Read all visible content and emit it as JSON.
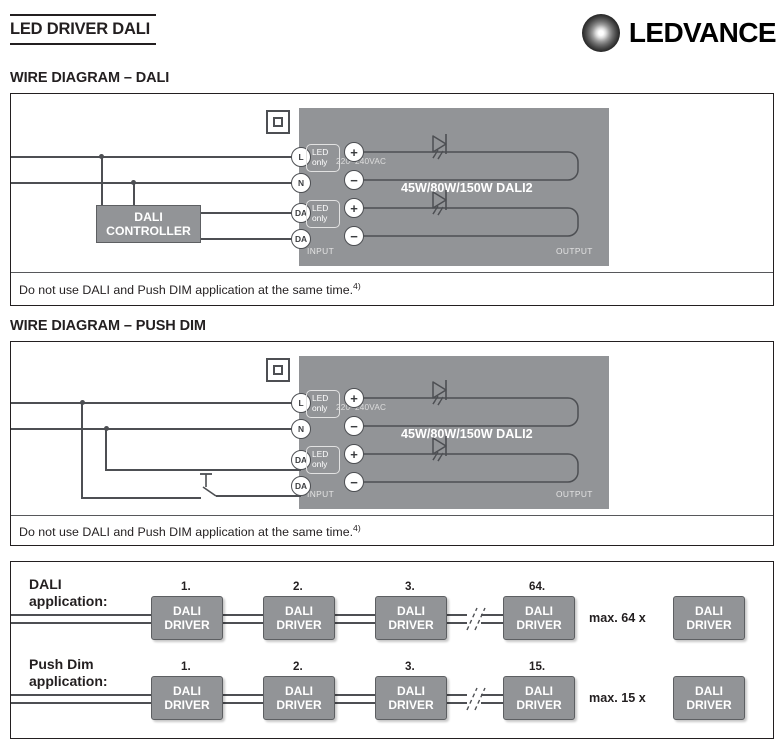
{
  "header": {
    "doc_title": "LED DRIVER DALI",
    "brand": "LEDVANCE",
    "logo_icon": "ledvance-lamp-logo"
  },
  "sections": {
    "dali": {
      "heading": "WIRE DIAGRAM – DALI",
      "note": "Do not use DALI and Push DIM application at the same time.",
      "note_superscript": "4)",
      "driver_label": "45W/80W/150W DALI2",
      "mains_label": "220–240VAC",
      "input_label": "INPUT",
      "output_label": "OUTPUT",
      "class_ii_icon": "class-ii-double-insulation-icon",
      "controller": {
        "line1": "DALI",
        "line2": "CONTROLLER"
      },
      "input_terminals": [
        "L",
        "N",
        "DA",
        "DA"
      ],
      "output_terminals": [
        "+",
        "−",
        "+",
        "−"
      ],
      "led_only_badges": [
        {
          "line1": "LED",
          "line2": "only"
        },
        {
          "line1": "LED",
          "line2": "only"
        }
      ],
      "lamp_icon": "led-diode-icon"
    },
    "push_dim": {
      "heading": "WIRE DIAGRAM – PUSH DIM",
      "note": "Do not use DALI and Push DIM application at the same time.",
      "note_superscript": "4)",
      "driver_label": "45W/80W/150W DALI2",
      "mains_label": "220–240VAC",
      "input_label": "INPUT",
      "output_label": "OUTPUT",
      "class_ii_icon": "class-ii-double-insulation-icon",
      "push_button_icon": "push-button-switch-icon",
      "input_terminals": [
        "L",
        "N",
        "DA",
        "DA"
      ],
      "output_terminals": [
        "+",
        "−",
        "+",
        "−"
      ],
      "led_only_badges": [
        {
          "line1": "LED",
          "line2": "only"
        },
        {
          "line1": "LED",
          "line2": "only"
        }
      ],
      "lamp_icon": "led-diode-icon"
    },
    "application": {
      "rows": [
        {
          "label_line1": "DALI",
          "label_line2": "application:",
          "numbers": [
            "1.",
            "2.",
            "3.",
            "64."
          ],
          "drivers": [
            "DALI DRIVER",
            "DALI DRIVER",
            "DALI DRIVER",
            "DALI DRIVER"
          ],
          "max_text": "max. 64 x",
          "max_driver": "DALI DRIVER",
          "break_icon": "wire-break-icon"
        },
        {
          "label_line1": "Push Dim",
          "label_line2": "application:",
          "numbers": [
            "1.",
            "2.",
            "3.",
            "15."
          ],
          "drivers": [
            "DALI DRIVER",
            "DALI DRIVER",
            "DALI DRIVER",
            "DALI DRIVER"
          ],
          "max_text": "max. 15 x",
          "max_driver": "DALI DRIVER",
          "break_icon": "wire-break-icon"
        }
      ],
      "driver_line1": "DALI",
      "driver_line2": "DRIVER"
    }
  },
  "colors": {
    "ink": "#231f20",
    "grey_body": "#929497",
    "wire": "#4d4f53"
  }
}
